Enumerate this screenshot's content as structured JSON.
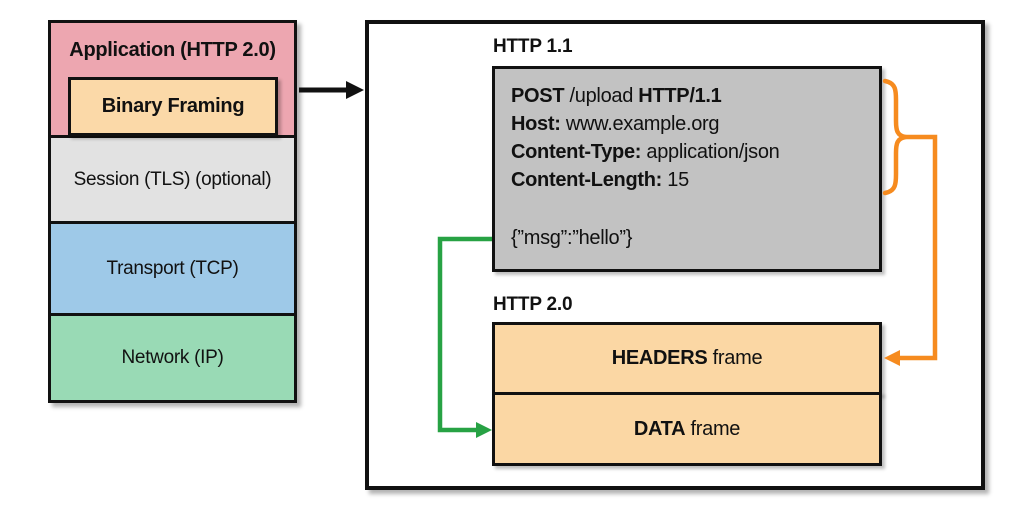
{
  "stack": {
    "application_label": "Application (HTTP 2.0)",
    "binary_framing_label": "Binary Framing",
    "session_label": "Session (TLS) (optional)",
    "transport_label": "Transport (TCP)",
    "network_label": "Network (IP)"
  },
  "panel": {
    "http11_label": "HTTP 1.1",
    "http20_label": "HTTP 2.0",
    "request": {
      "l1_method": "POST",
      "l1_path": " /upload ",
      "l1_version": "HTTP/1.1",
      "l2_key": "Host:",
      "l2_value": " www.example.org",
      "l3_key": "Content-Type:",
      "l3_value": " application/json",
      "l4_key": "Content-Length:",
      "l4_value": " 15",
      "body": "{”msg”:”hello”}"
    },
    "frames": {
      "headers_bold": "HEADERS",
      "headers_rest": " frame",
      "data_bold": "DATA",
      "data_rest": " frame"
    }
  },
  "colors": {
    "application_pink": "#eda6b0",
    "framing_tan": "#fbd9a8",
    "session_gray": "#e2e2e2",
    "transport_blue": "#9ec9e8",
    "network_green": "#99dab5",
    "request_gray": "#c2c2c2",
    "frame_tan": "#fbd7a4",
    "arrow_orange": "#f68b1f",
    "arrow_green": "#27a244"
  }
}
